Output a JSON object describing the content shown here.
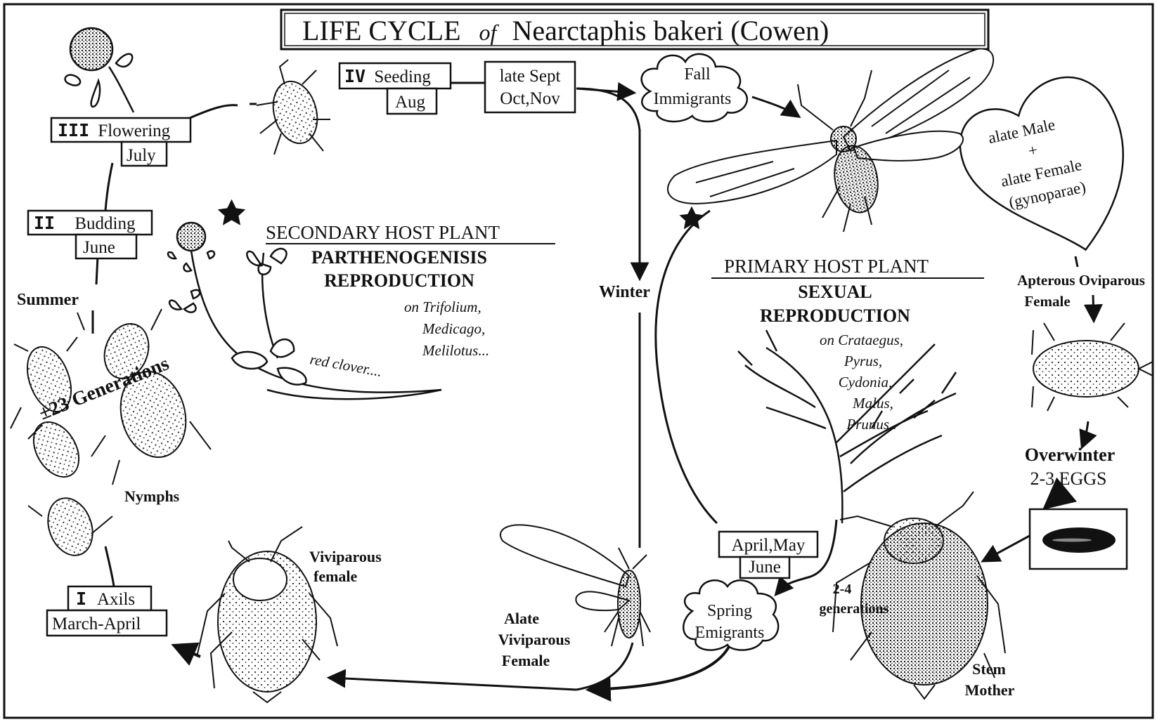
{
  "title": {
    "prefix": "LIFE  CYCLE",
    "of": "of",
    "species": "Nearctaphis bakeri (Cowen)"
  },
  "stages": {
    "stage3": {
      "numeral": "III",
      "label": "Flowering",
      "month": "July"
    },
    "stage2": {
      "numeral": "II",
      "label": "Budding",
      "month": "June"
    },
    "stage1": {
      "numeral": "I",
      "label": "Axils",
      "month": "March-April"
    },
    "stage4": {
      "numeral": "IV",
      "label": "Seeding",
      "month": "Aug"
    },
    "late": {
      "line1": "late Sept",
      "line2": "Oct,Nov"
    },
    "spring_months": {
      "line1": "April,May",
      "line2": "June"
    }
  },
  "seasons": {
    "summer": "Summer",
    "winter": "Winter"
  },
  "secondary_host": {
    "heading": "SECONDARY HOST PLANT",
    "line1": "PARTHENOGENISIS",
    "line2": "REPRODUCTION",
    "plants": [
      "on Trifolium,",
      "Medicago,",
      "Melilotus..."
    ],
    "handwritten": "red clover...."
  },
  "primary_host": {
    "heading": "PRIMARY HOST PLANT",
    "line1": "SEXUAL",
    "line2": "REPRODUCTION",
    "plants": [
      "on Crataegus,",
      "Pyrus,",
      "Cydonia,",
      "Malus,",
      "Prunus.."
    ]
  },
  "clouds": {
    "fall": {
      "line1": "Fall",
      "line2": "Immigrants"
    },
    "spring": {
      "line1": "Spring",
      "line2": "Emigrants"
    }
  },
  "heart": {
    "line1": "alate Male",
    "line2": "+",
    "line3": "alate Female",
    "line4": "(gynoparae)"
  },
  "labels": {
    "generations": "±23 Generations",
    "nymphs": "Nymphs",
    "viviparous": {
      "line1": "Viviparous",
      "line2": "female"
    },
    "alate_viviparous": {
      "line1": "Alate",
      "line2": "Viviparous",
      "line3": "Female"
    },
    "apterous": {
      "line1": "Apterous Oviparous",
      "line2": "Female"
    },
    "overwinter": {
      "line1": "Overwinter",
      "line2": "2-3 EGGS"
    },
    "generations_2_4": {
      "line1": "2-4",
      "line2": "generations"
    },
    "stem_mother": {
      "line1": "Stem",
      "line2": "Mother"
    }
  },
  "icons": [
    "clover-flower-icon",
    "aphid-icon",
    "winged-aphid-icon",
    "tree-branch-icon",
    "egg-icon",
    "star-icon",
    "arrow-icon"
  ],
  "colors": {
    "ink": "#111111",
    "paper": "#ffffff"
  }
}
